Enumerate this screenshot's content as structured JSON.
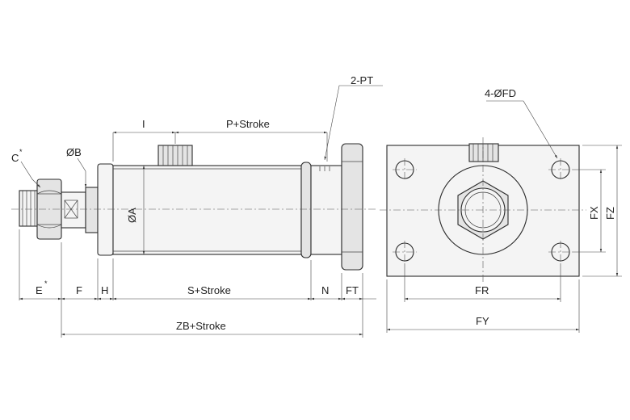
{
  "labels": {
    "c": "C",
    "c_mark": "*",
    "b": "ØB",
    "a": "ØA",
    "i": "I",
    "p_stroke": "P+Stroke",
    "pt": "2-PT",
    "fd": "4-ØFD",
    "e": "E",
    "e_mark": "*",
    "f": "F",
    "h": "H",
    "s_stroke": "S+Stroke",
    "n": "N",
    "ft": "FT",
    "zb_stroke": "ZB+Stroke",
    "fx": "FX",
    "fz": "FZ",
    "fr": "FR",
    "fy": "FY"
  }
}
